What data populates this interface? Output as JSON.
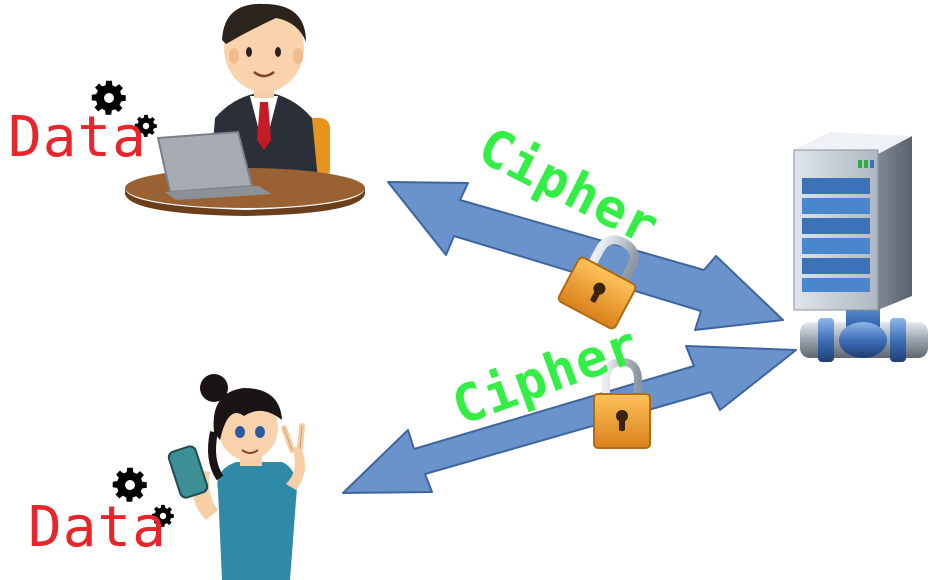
{
  "diagram": {
    "top_channel": {
      "label": "Cipher",
      "label_color": "#33ee44"
    },
    "bottom_channel": {
      "label": "Cipher",
      "label_color": "#33ee44"
    },
    "top_user": {
      "data_label": "Data",
      "data_color": "#e8252b"
    },
    "bottom_user": {
      "data_label": "Data",
      "data_color": "#e8252b"
    },
    "arrow_color": "#6a93cb",
    "lock_color": "#f2a43a",
    "icons": [
      "gears-icon",
      "lock-icon",
      "server-icon",
      "laptop-icon"
    ]
  }
}
